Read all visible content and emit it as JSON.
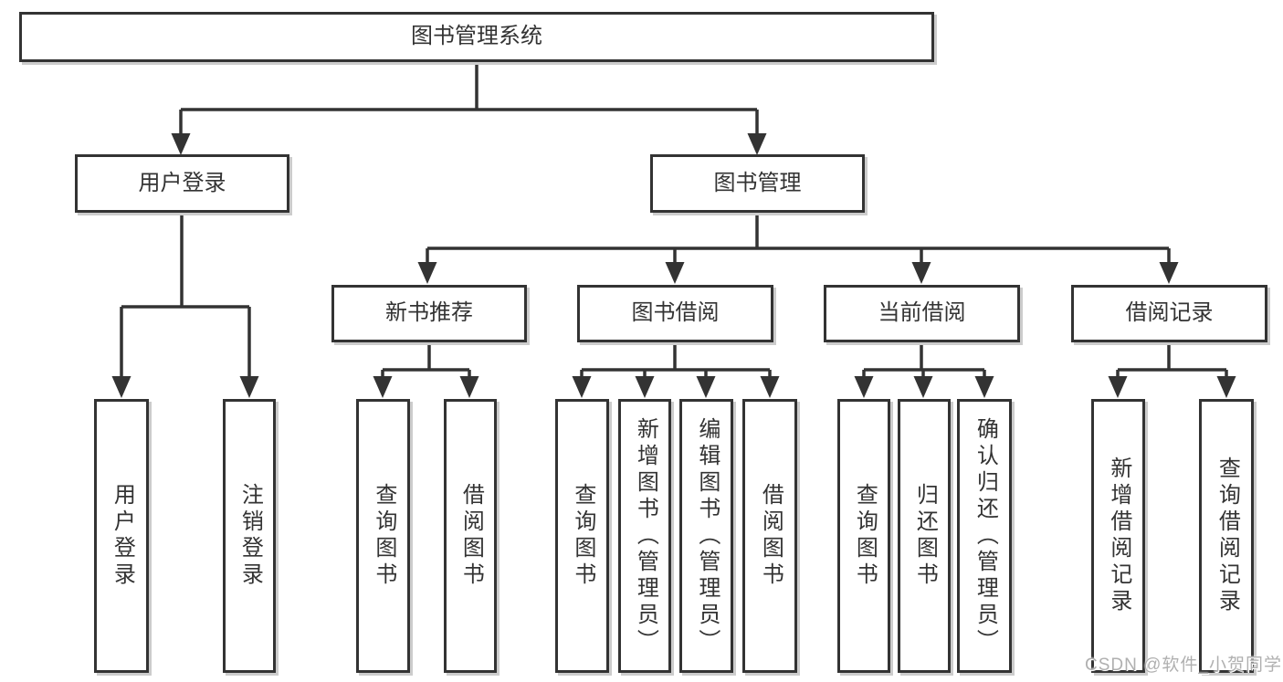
{
  "diagram": {
    "root": {
      "label": "图书管理系统"
    },
    "level1": [
      {
        "label": "用户登录",
        "children": [
          "用户登录",
          "注销登录"
        ]
      },
      {
        "label": "图书管理"
      }
    ],
    "level2": [
      {
        "label": "新书推荐",
        "children": [
          "查询图书",
          "借阅图书"
        ]
      },
      {
        "label": "图书借阅",
        "children": [
          "查询图书",
          "新增图书（管理员）",
          "编辑图书（管理员）",
          "借阅图书"
        ]
      },
      {
        "label": "当前借阅",
        "children": [
          "查询图书",
          "归还图书",
          "确认归还（管理员）"
        ]
      },
      {
        "label": "借阅记录",
        "children": [
          "新增借阅记录",
          "查询借阅记录"
        ]
      }
    ]
  },
  "watermark": "CSDN @软件_小贺同学",
  "colors": {
    "line": "#333333",
    "box_border": "#333333",
    "text": "#333333",
    "box_shadow": "#cccccc",
    "watermark": "#b0b0b0",
    "background": "#ffffff"
  }
}
